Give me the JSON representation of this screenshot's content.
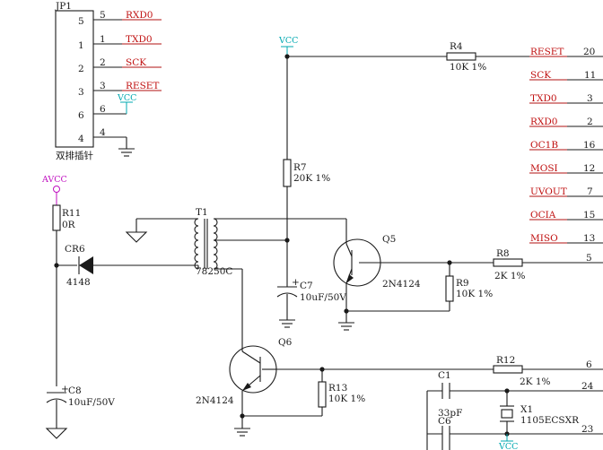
{
  "connector": {
    "ref": "JP1",
    "caption": "双排插针",
    "pins": [
      {
        "num": "5",
        "pin": "5",
        "net": "RXD0"
      },
      {
        "num": "1",
        "pin": "1",
        "net": "TXD0"
      },
      {
        "num": "2",
        "pin": "2",
        "net": "SCK"
      },
      {
        "num": "3",
        "pin": "3",
        "net": "RESET"
      },
      {
        "num": "6",
        "pin": "6",
        "net": "VCC"
      },
      {
        "num": "4",
        "pin": "4",
        "net": ""
      }
    ]
  },
  "power": {
    "vcc": "VCC",
    "avcc": "AVCC"
  },
  "right_nets": [
    {
      "name": "RESET",
      "pin": "20"
    },
    {
      "name": "SCK",
      "pin": "11"
    },
    {
      "name": "TXD0",
      "pin": "3"
    },
    {
      "name": "RXD0",
      "pin": "2"
    },
    {
      "name": "OC1B",
      "pin": "16"
    },
    {
      "name": "MOSI",
      "pin": "12"
    },
    {
      "name": "UVOUT",
      "pin": "7"
    },
    {
      "name": "OCIA",
      "pin": "15"
    },
    {
      "name": "MISO",
      "pin": "13"
    }
  ],
  "components": {
    "r4": {
      "ref": "R4",
      "value": "10K 1%"
    },
    "r7": {
      "ref": "R7",
      "value": "20K 1%"
    },
    "r11": {
      "ref": "R11",
      "value": "0R"
    },
    "r8": {
      "ref": "R8",
      "value": "2K 1%"
    },
    "r9": {
      "ref": "R9",
      "value": "10K 1%"
    },
    "r12": {
      "ref": "R12",
      "value": "2K 1%"
    },
    "r13": {
      "ref": "R13",
      "value": "10K 1%"
    },
    "t1": {
      "ref": "T1",
      "value": "78250C"
    },
    "cr6": {
      "ref": "CR6",
      "value": "4148"
    },
    "c7": {
      "ref": "C7",
      "value": "10uF/50V"
    },
    "c8": {
      "ref": "C8",
      "value": "10uF/50V"
    },
    "c1": {
      "ref": "C1",
      "value": "33pF"
    },
    "c6": {
      "ref": "C6"
    },
    "x1": {
      "ref": "X1",
      "value": "1105ECSXR"
    },
    "q5": {
      "ref": "Q5",
      "value": "2N4124"
    },
    "q6": {
      "ref": "Q6",
      "value": "2N4124"
    }
  },
  "lower_pins": {
    "r8_pin": "5",
    "r12_pin": "6",
    "c1_pin": "24",
    "c6_pin": "23"
  },
  "colors": {
    "wire": "#1a1a1a",
    "net_label": "#c01010",
    "vcc": "#00a8b0",
    "avcc": "#c010c0"
  }
}
